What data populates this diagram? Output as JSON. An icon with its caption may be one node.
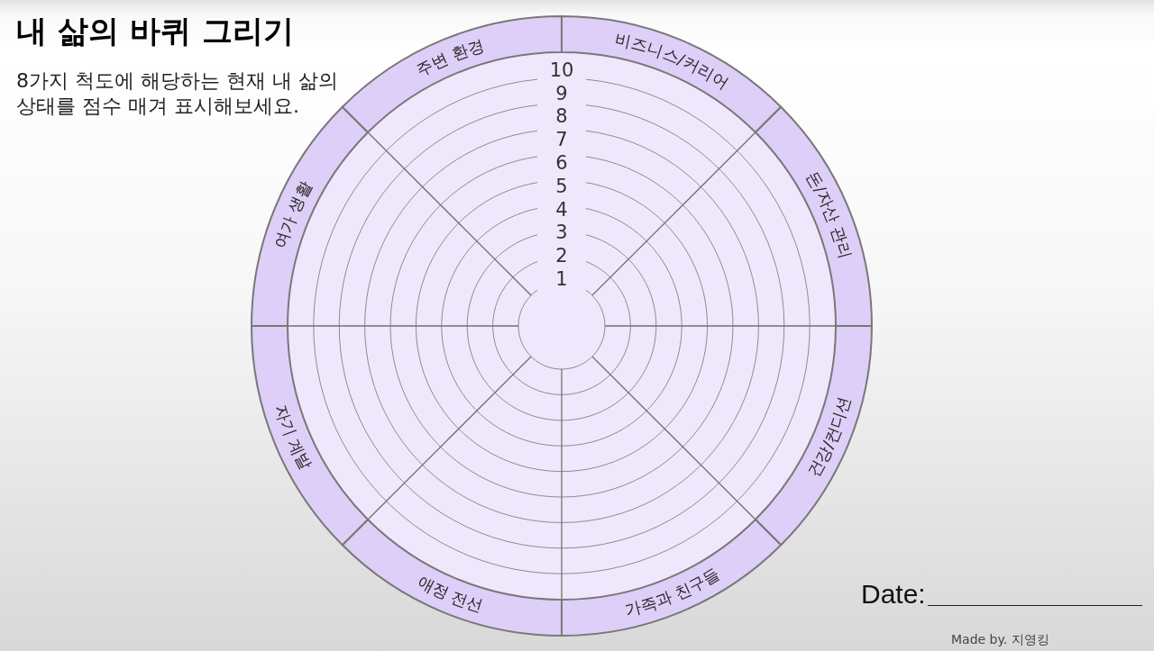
{
  "diagram": {
    "title": "내 삶의 바퀴 그리기",
    "nodes": [
      {
        "text": [
          "비즈니스/커리어"
        ]
      },
      {
        "text": [
          "돈/자산 관리"
        ]
      },
      {
        "text": [
          "건강/컨디션"
        ]
      },
      {
        "text": [
          "가족과 친구들"
        ]
      },
      {
        "text": [
          "애정 전선"
        ]
      },
      {
        "text": [
          "자기 계발"
        ]
      },
      {
        "text": [
          "여가 생활"
        ]
      },
      {
        "text": [
          "주변 환경"
        ]
      }
    ],
    "labels": [
      "8가지 척도에 해당하는 현재 내 삶의 상태를 점수 매겨 표시해보세요.",
      "10",
      "9",
      "8",
      "7",
      "6",
      "5",
      "4",
      "3",
      "2",
      "1",
      "Date:",
      "Made by. 지영킹"
    ]
  }
}
